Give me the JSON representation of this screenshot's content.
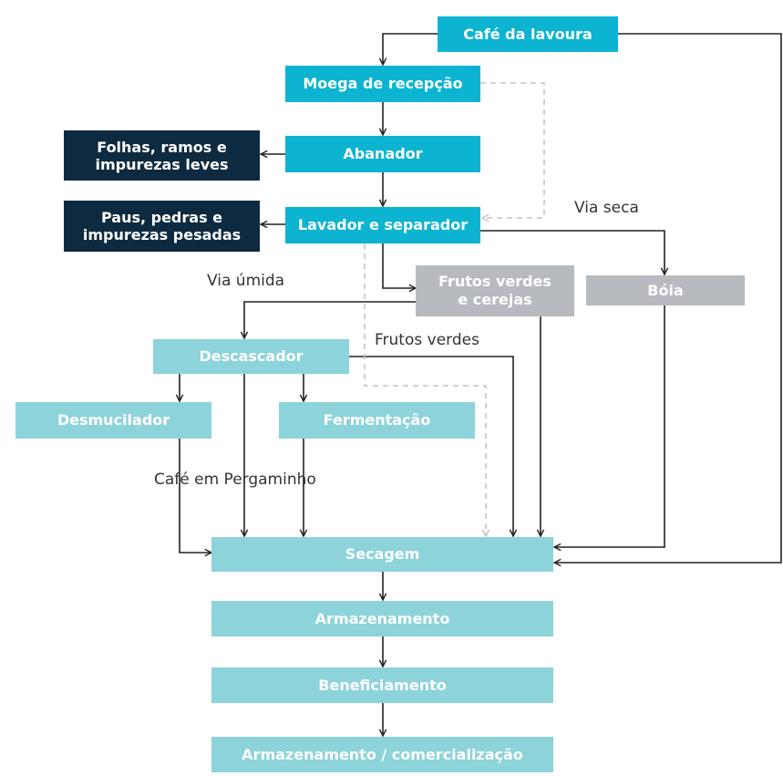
{
  "nodes": {
    "cafe_lavoura": "Café da lavoura",
    "moega": "Moega de recepção",
    "abanador": "Abanador",
    "folhas": "Folhas, ramos e\nimpurezas leves",
    "lavador": "Lavador e separador",
    "paus": "Paus, pedras e\nimpurezas pesadas",
    "frutos_cerejas": "Frutos verdes\ne cerejas",
    "boia": "Bóia",
    "descascador": "Descascador",
    "desmucilador": "Desmucilador",
    "fermentacao": "Fermentação",
    "secagem": "Secagem",
    "armazenamento": "Armazenamento",
    "beneficiamento": "Beneficiamento",
    "armazenamento_com": "Armazenamento / comercialização"
  },
  "labels": {
    "via_seca": "Via seca",
    "via_umida": "Via úmida",
    "frutos_verdes": "Frutos verdes",
    "cafe_pergaminho": "Café em Pergaminho"
  },
  "colors": {
    "bright": "#0db4d2",
    "light": "#8dd3da",
    "gray": "#b7babf",
    "navy": "#0e2a40",
    "arrow": "#222222",
    "dashed": "#c4c4c4"
  }
}
